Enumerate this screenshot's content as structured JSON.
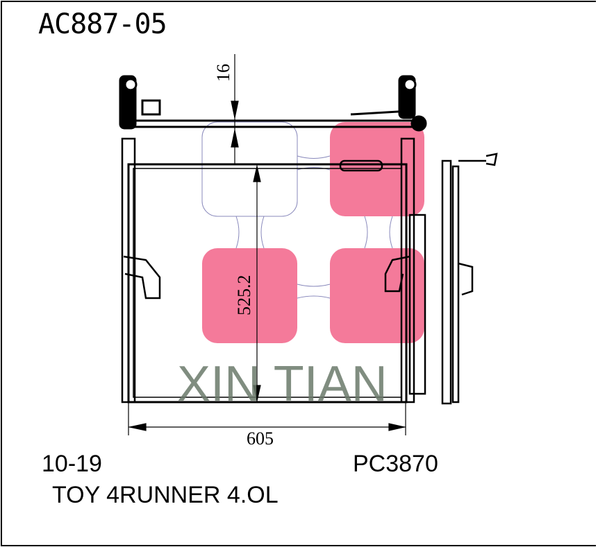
{
  "header": {
    "part_number": "AC887-05"
  },
  "drawing": {
    "dimension_top_offset": "16",
    "dimension_height": "525.2",
    "dimension_width": "605",
    "watermark": "XIN TIAN",
    "highlight_color": "#f47a9a",
    "line_color": "#000000"
  },
  "footer": {
    "years": "10-19",
    "vehicle": "TOY 4RUNNER 4.OL",
    "cross_reference": "PC3870"
  }
}
